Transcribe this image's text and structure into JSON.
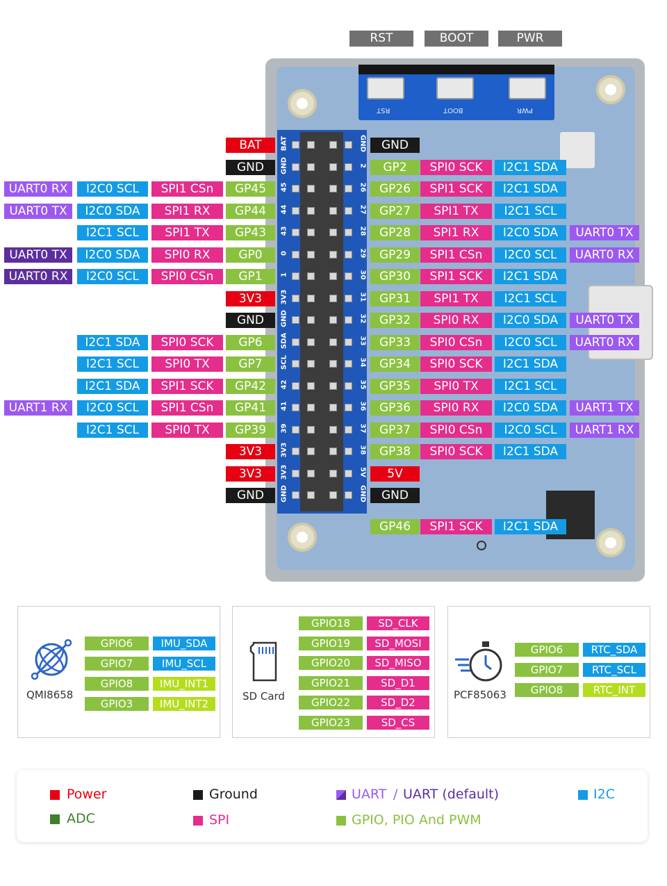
{
  "colors": {
    "power": "#e60012",
    "ground": "#1a1a1a",
    "uart": "#9b59f0",
    "uart_default": "#5b2e9d",
    "i2c": "#149be5",
    "adc": "#3f7f2d",
    "spi": "#e52d8c",
    "gpio": "#8bc140",
    "lime": "#b4dd1e",
    "button_label": "#707070"
  },
  "buttons": [
    "RST",
    "BOOT",
    "PWR"
  ],
  "board_silk": {
    "switch_labels": [
      "RST",
      "BOOT",
      "PWR"
    ],
    "header_left": [
      "BAT",
      "GND",
      "45",
      "44",
      "43",
      "0",
      "1",
      "3V3",
      "GND",
      "SDA",
      "SCL",
      "42",
      "41",
      "39",
      "3V3",
      "3V3",
      "GND"
    ],
    "header_right": [
      "GND",
      "2",
      "26",
      "27",
      "28",
      "29",
      "30",
      "31",
      "32",
      "33",
      "34",
      "35",
      "36",
      "37",
      "38",
      "5V",
      "GND"
    ]
  },
  "left_rows": [
    [
      {
        "t": "BAT",
        "c": "power"
      }
    ],
    [
      {
        "t": "GND",
        "c": "ground"
      }
    ],
    [
      {
        "t": "UART0 RX",
        "c": "uart"
      },
      {
        "t": "I2C0 SCL",
        "c": "i2c"
      },
      {
        "t": "SPI1 CSn",
        "c": "spi"
      },
      {
        "t": "GP45",
        "c": "gpio"
      }
    ],
    [
      {
        "t": "UART0 TX",
        "c": "uart"
      },
      {
        "t": "I2C0 SDA",
        "c": "i2c"
      },
      {
        "t": "SPI1 RX",
        "c": "spi"
      },
      {
        "t": "GP44",
        "c": "gpio"
      }
    ],
    [
      {
        "t": "I2C1 SCL",
        "c": "i2c"
      },
      {
        "t": "SPI1 TX",
        "c": "spi"
      },
      {
        "t": "GP43",
        "c": "gpio"
      }
    ],
    [
      {
        "t": "UART0 TX",
        "c": "uart_default"
      },
      {
        "t": "I2C0 SDA",
        "c": "i2c"
      },
      {
        "t": "SPI0 RX",
        "c": "spi"
      },
      {
        "t": "GP0",
        "c": "gpio"
      }
    ],
    [
      {
        "t": "UART0 RX",
        "c": "uart_default"
      },
      {
        "t": "I2C0 SCL",
        "c": "i2c"
      },
      {
        "t": "SPI0 CSn",
        "c": "spi"
      },
      {
        "t": "GP1",
        "c": "gpio"
      }
    ],
    [
      {
        "t": "3V3",
        "c": "power"
      }
    ],
    [
      {
        "t": "GND",
        "c": "ground"
      }
    ],
    [
      {
        "t": "I2C1 SDA",
        "c": "i2c"
      },
      {
        "t": "SPI0 SCK",
        "c": "spi"
      },
      {
        "t": "GP6",
        "c": "gpio"
      }
    ],
    [
      {
        "t": "I2C1 SCL",
        "c": "i2c"
      },
      {
        "t": "SPI0 TX",
        "c": "spi"
      },
      {
        "t": "GP7",
        "c": "gpio"
      }
    ],
    [
      {
        "t": "I2C1 SDA",
        "c": "i2c"
      },
      {
        "t": "SPI1 SCK",
        "c": "spi"
      },
      {
        "t": "GP42",
        "c": "gpio"
      }
    ],
    [
      {
        "t": "UART1 RX",
        "c": "uart"
      },
      {
        "t": "I2C0 SCL",
        "c": "i2c"
      },
      {
        "t": "SPI1 CSn",
        "c": "spi"
      },
      {
        "t": "GP41",
        "c": "gpio"
      }
    ],
    [
      {
        "t": "I2C1 SCL",
        "c": "i2c"
      },
      {
        "t": "SPI0 TX",
        "c": "spi"
      },
      {
        "t": "GP39",
        "c": "gpio"
      }
    ],
    [
      {
        "t": "3V3",
        "c": "power"
      }
    ],
    [
      {
        "t": "3V3",
        "c": "power"
      }
    ],
    [
      {
        "t": "GND",
        "c": "ground"
      }
    ]
  ],
  "right_rows": [
    [
      {
        "t": "GND",
        "c": "ground"
      }
    ],
    [
      {
        "t": "GP2",
        "c": "gpio"
      },
      {
        "t": "SPI0 SCK",
        "c": "spi"
      },
      {
        "t": "I2C1 SDA",
        "c": "i2c"
      }
    ],
    [
      {
        "t": "GP26",
        "c": "gpio"
      },
      {
        "t": "SPI1 SCK",
        "c": "spi"
      },
      {
        "t": "I2C1 SDA",
        "c": "i2c"
      }
    ],
    [
      {
        "t": "GP27",
        "c": "gpio"
      },
      {
        "t": "SPI1 TX",
        "c": "spi"
      },
      {
        "t": "I2C1 SCL",
        "c": "i2c"
      }
    ],
    [
      {
        "t": "GP28",
        "c": "gpio"
      },
      {
        "t": "SPI1 RX",
        "c": "spi"
      },
      {
        "t": "I2C0 SDA",
        "c": "i2c"
      },
      {
        "t": "UART0 TX",
        "c": "uart"
      }
    ],
    [
      {
        "t": "GP29",
        "c": "gpio"
      },
      {
        "t": "SPI1 CSn",
        "c": "spi"
      },
      {
        "t": "I2C0 SCL",
        "c": "i2c"
      },
      {
        "t": "UART0 RX",
        "c": "uart"
      }
    ],
    [
      {
        "t": "GP30",
        "c": "gpio"
      },
      {
        "t": "SPI1 SCK",
        "c": "spi"
      },
      {
        "t": "I2C1 SDA",
        "c": "i2c"
      }
    ],
    [
      {
        "t": "GP31",
        "c": "gpio"
      },
      {
        "t": "SPI1 TX",
        "c": "spi"
      },
      {
        "t": "I2C1 SCL",
        "c": "i2c"
      }
    ],
    [
      {
        "t": "GP32",
        "c": "gpio"
      },
      {
        "t": "SPI0 RX",
        "c": "spi"
      },
      {
        "t": "I2C0 SDA",
        "c": "i2c"
      },
      {
        "t": "UART0 TX",
        "c": "uart"
      }
    ],
    [
      {
        "t": "GP33",
        "c": "gpio"
      },
      {
        "t": "SPI0 CSn",
        "c": "spi"
      },
      {
        "t": "I2C0 SCL",
        "c": "i2c"
      },
      {
        "t": "UART0 RX",
        "c": "uart"
      }
    ],
    [
      {
        "t": "GP34",
        "c": "gpio"
      },
      {
        "t": "SPI0 SCK",
        "c": "spi"
      },
      {
        "t": "I2C1 SDA",
        "c": "i2c"
      }
    ],
    [
      {
        "t": "GP35",
        "c": "gpio"
      },
      {
        "t": "SPI0 TX",
        "c": "spi"
      },
      {
        "t": "I2C1 SCL",
        "c": "i2c"
      }
    ],
    [
      {
        "t": "GP36",
        "c": "gpio"
      },
      {
        "t": "SPI0 RX",
        "c": "spi"
      },
      {
        "t": "I2C0 SDA",
        "c": "i2c"
      },
      {
        "t": "UART1 TX",
        "c": "uart"
      }
    ],
    [
      {
        "t": "GP37",
        "c": "gpio"
      },
      {
        "t": "SPI0 CSn",
        "c": "spi"
      },
      {
        "t": "I2C0 SCL",
        "c": "i2c"
      },
      {
        "t": "UART1 RX",
        "c": "uart"
      }
    ],
    [
      {
        "t": "GP38",
        "c": "gpio"
      },
      {
        "t": "SPI0 SCK",
        "c": "spi"
      },
      {
        "t": "I2C1 SDA",
        "c": "i2c"
      }
    ],
    [
      {
        "t": "5V",
        "c": "power"
      }
    ],
    [
      {
        "t": "GND",
        "c": "ground"
      }
    ]
  ],
  "extra_row": [
    {
      "t": "GP46",
      "c": "gpio"
    },
    {
      "t": "SPI1 SCK",
      "c": "spi"
    },
    {
      "t": "I2C1 SDA",
      "c": "i2c"
    }
  ],
  "sensors": {
    "imu": {
      "name": "QMI8658",
      "icon": "gyroscope-icon",
      "rows": [
        [
          "GPIO6",
          "IMU_SDA"
        ],
        [
          "GPIO7",
          "IMU_SCL"
        ],
        [
          "GPIO8",
          "IMU_INT1"
        ],
        [
          "GPIO3",
          "IMU_INT2"
        ]
      ],
      "right_colors": [
        "i2c",
        "i2c",
        "lime",
        "lime"
      ]
    },
    "sd": {
      "name": "SD Card",
      "icon": "sd-card-icon",
      "rows": [
        [
          "GPIO18",
          "SD_CLK"
        ],
        [
          "GPIO19",
          "SD_MOSI"
        ],
        [
          "GPIO20",
          "SD_MISO"
        ],
        [
          "GPIO21",
          "SD_D1"
        ],
        [
          "GPIO22",
          "SD_D2"
        ],
        [
          "GPIO23",
          "SD_CS"
        ]
      ],
      "right_colors": [
        "spi",
        "spi",
        "spi",
        "spi",
        "spi",
        "spi"
      ]
    },
    "rtc": {
      "name": "PCF85063",
      "icon": "stopwatch-icon",
      "rows": [
        [
          "GPIO6",
          "RTC_SDA"
        ],
        [
          "GPIO7",
          "RTC_SCL"
        ],
        [
          "GPIO8",
          "RTC_INT"
        ]
      ],
      "right_colors": [
        "i2c",
        "i2c",
        "lime"
      ]
    }
  },
  "legend": {
    "power": "Power",
    "ground": "Ground",
    "uart": "UART",
    "slash": "/",
    "uart_default": "UART (default)",
    "i2c": "I2C",
    "adc": "ADC",
    "spi": "SPI",
    "gpio": "GPIO, PIO And PWM"
  }
}
